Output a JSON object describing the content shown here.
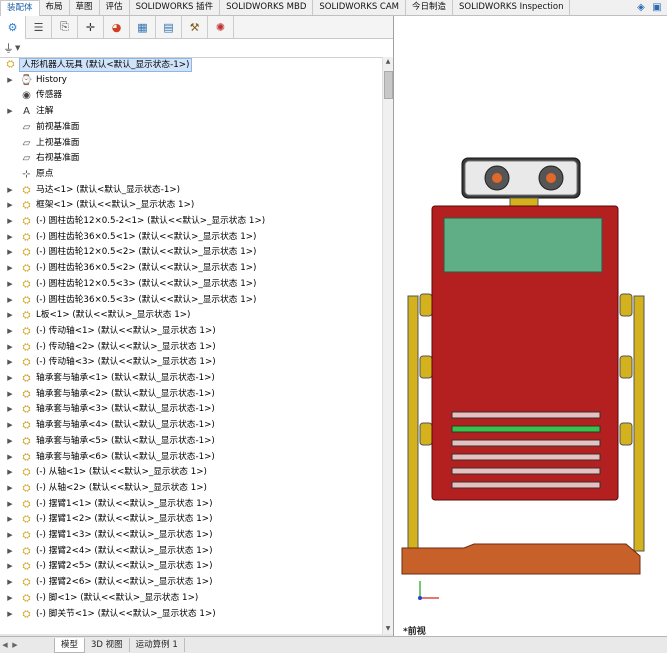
{
  "ribbon": {
    "tabs": [
      "装配体",
      "布局",
      "草图",
      "评估",
      "SOLIDWORKS 插件",
      "SOLIDWORKS MBD",
      "SOLIDWORKS CAM",
      "今日制造",
      "SOLIDWORKS Inspection"
    ],
    "active": 0
  },
  "feature_manager": {
    "tab_icons": [
      "feature-tree-icon",
      "property-manager-icon",
      "configuration-manager-icon",
      "dimxpert-icon",
      "display-manager-icon",
      "cam-feature-icon",
      "cam-operation-icon",
      "cam-tool-icon",
      "appearance-icon"
    ],
    "filter_icon": "filter-icon"
  },
  "tree": [
    {
      "label": "人形机器人玩具 (默认<默认_显示状态-1>)",
      "icon": "assembly",
      "level": 0,
      "expand": false,
      "root": true
    },
    {
      "label": "History",
      "icon": "history",
      "level": 1,
      "expand": true
    },
    {
      "label": "传感器",
      "icon": "sensor",
      "level": 1,
      "expand": false
    },
    {
      "label": "注解",
      "icon": "annotation",
      "level": 1,
      "expand": true
    },
    {
      "label": "前视基准面",
      "icon": "plane",
      "level": 1,
      "expand": false
    },
    {
      "label": "上视基准面",
      "icon": "plane",
      "level": 1,
      "expand": false
    },
    {
      "label": "右视基准面",
      "icon": "plane",
      "level": 1,
      "expand": false
    },
    {
      "label": "原点",
      "icon": "origin",
      "level": 1,
      "expand": false
    },
    {
      "label": "马达<1> (默认<默认_显示状态-1>)",
      "icon": "part",
      "level": 1,
      "expand": true
    },
    {
      "label": "框架<1> (默认<<默认>_显示状态 1>)",
      "icon": "part",
      "level": 1,
      "expand": true
    },
    {
      "label": "(-) 圆柱齿轮12×0.5-2<1> (默认<<默认>_显示状态 1>)",
      "icon": "part",
      "level": 1,
      "expand": true
    },
    {
      "label": "(-) 圆柱齿轮36×0.5<1> (默认<<默认>_显示状态 1>)",
      "icon": "part",
      "level": 1,
      "expand": true
    },
    {
      "label": "(-) 圆柱齿轮12×0.5<2> (默认<<默认>_显示状态 1>)",
      "icon": "part",
      "level": 1,
      "expand": true
    },
    {
      "label": "(-) 圆柱齿轮36×0.5<2> (默认<<默认>_显示状态 1>)",
      "icon": "part",
      "level": 1,
      "expand": true
    },
    {
      "label": "(-) 圆柱齿轮12×0.5<3> (默认<<默认>_显示状态 1>)",
      "icon": "part",
      "level": 1,
      "expand": true
    },
    {
      "label": "(-) 圆柱齿轮36×0.5<3> (默认<<默认>_显示状态 1>)",
      "icon": "part",
      "level": 1,
      "expand": true
    },
    {
      "label": "L板<1> (默认<<默认>_显示状态 1>)",
      "icon": "part",
      "level": 1,
      "expand": true
    },
    {
      "label": "(-) 传动轴<1> (默认<<默认>_显示状态 1>)",
      "icon": "part",
      "level": 1,
      "expand": true
    },
    {
      "label": "(-) 传动轴<2> (默认<<默认>_显示状态 1>)",
      "icon": "part",
      "level": 1,
      "expand": true
    },
    {
      "label": "(-) 传动轴<3> (默认<<默认>_显示状态 1>)",
      "icon": "part",
      "level": 1,
      "expand": true
    },
    {
      "label": "轴承套与轴承<1> (默认<默认_显示状态-1>)",
      "icon": "subassembly",
      "level": 1,
      "expand": true
    },
    {
      "label": "轴承套与轴承<2> (默认<默认_显示状态-1>)",
      "icon": "subassembly",
      "level": 1,
      "expand": true
    },
    {
      "label": "轴承套与轴承<3> (默认<默认_显示状态-1>)",
      "icon": "subassembly",
      "level": 1,
      "expand": true
    },
    {
      "label": "轴承套与轴承<4> (默认<默认_显示状态-1>)",
      "icon": "subassembly",
      "level": 1,
      "expand": true
    },
    {
      "label": "轴承套与轴承<5> (默认<默认_显示状态-1>)",
      "icon": "subassembly",
      "level": 1,
      "expand": true
    },
    {
      "label": "轴承套与轴承<6> (默认<默认_显示状态-1>)",
      "icon": "subassembly",
      "level": 1,
      "expand": true
    },
    {
      "label": "(-) 从轴<1> (默认<<默认>_显示状态 1>)",
      "icon": "part",
      "level": 1,
      "expand": true
    },
    {
      "label": "(-) 从轴<2> (默认<<默认>_显示状态 1>)",
      "icon": "part",
      "level": 1,
      "expand": true
    },
    {
      "label": "(-) 摆臂1<1> (默认<<默认>_显示状态 1>)",
      "icon": "part",
      "level": 1,
      "expand": true
    },
    {
      "label": "(-) 摆臂1<2> (默认<<默认>_显示状态 1>)",
      "icon": "part",
      "level": 1,
      "expand": true
    },
    {
      "label": "(-) 摆臂1<3> (默认<<默认>_显示状态 1>)",
      "icon": "part",
      "level": 1,
      "expand": true
    },
    {
      "label": "(-) 摆臂2<4> (默认<<默认>_显示状态 1>)",
      "icon": "part",
      "level": 1,
      "expand": true
    },
    {
      "label": "(-) 摆臂2<5> (默认<<默认>_显示状态 1>)",
      "icon": "part",
      "level": 1,
      "expand": true
    },
    {
      "label": "(-) 摆臂2<6> (默认<<默认>_显示状态 1>)",
      "icon": "part",
      "level": 1,
      "expand": true
    },
    {
      "label": "(-) 脚<1> (默认<<默认>_显示状态 1>)",
      "icon": "part",
      "level": 1,
      "expand": true
    },
    {
      "label": "(-) 脚关节<1> (默认<<默认>_显示状态 1>)",
      "icon": "part",
      "level": 1,
      "expand": true
    }
  ],
  "bottom_tabs": [
    "模型",
    "3D 视图",
    "运动算例 1"
  ],
  "bottom_active": 0,
  "viewport": {
    "view_label": "*前视",
    "colors": {
      "body": "#b41f1f",
      "screen": "#5fae86",
      "gold": "#d4b21e",
      "base": "#c8602a",
      "head": "#3a3a3a"
    }
  }
}
